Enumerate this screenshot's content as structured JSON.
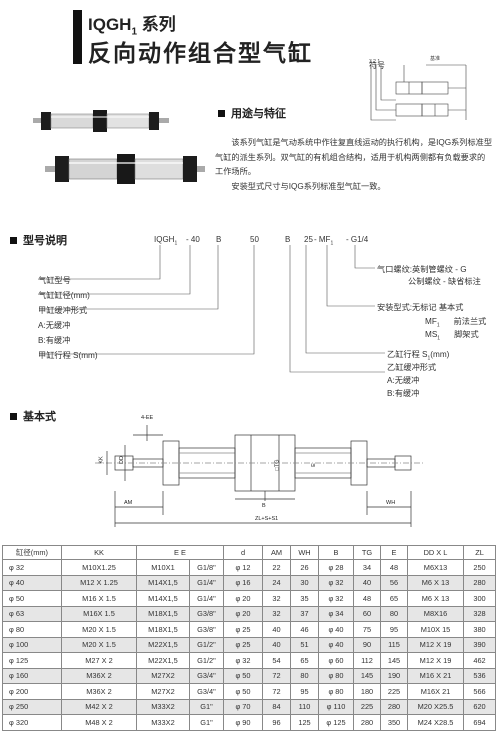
{
  "header": {
    "title_prefix": "IQGH",
    "title_sub": "1",
    "title_suffix": " 系列",
    "title_main": "反向动作组合型气缸"
  },
  "symbol": {
    "label": "符号",
    "numbers": "3  2  1",
    "annotation": "基准"
  },
  "usage": {
    "heading": "用途与特征",
    "para1": "该系列气缸是气动系统中作往复直线运动的执行机构，是IQG系列标准型气缸的派生系列。双气缸的有机组合结构，适用于机构两侧都有负载要求的工作场所。",
    "para2": "安装型式尺寸与IQG系列标准型气缸一致。"
  },
  "model": {
    "heading": "型号说明",
    "code": {
      "series": "IQGH",
      "series_sub": "1",
      "bore": "- 40",
      "cushion1": "B",
      "stroke1": "50",
      "cushion2": "B",
      "stroke2": "25",
      "mount": "- MF",
      "mount_sub": "1",
      "thread": "- G1/4"
    },
    "left_labels": [
      "气缸型号",
      "气缸缸径(mm)",
      "甲缸缓冲形式",
      "A:无缓冲",
      "B:有缓冲",
      "甲缸行程 S(mm)"
    ],
    "right_thread": [
      "气口螺纹:英制管螺纹 - G",
      "公制螺纹 - 缺省标注"
    ],
    "right_mount": {
      "title": "安装型式:无标记  基本式",
      "mf": "MF",
      "mf_sub": "1",
      "mf_label": "前法兰式",
      "ms": "MS",
      "ms_sub": "1",
      "ms_label": "脚架式"
    },
    "right_stroke": [
      "乙缸行程 S",
      "(mm)"
    ],
    "right_stroke_sub": "1",
    "right_cushion": [
      "乙缸缓冲形式",
      "A:无缓冲",
      "B:有缓冲"
    ]
  },
  "basic": {
    "heading": "基本式",
    "dims": {
      "ee": "4-EE",
      "kk": "KK",
      "dd": "DD",
      "tg": "TG",
      "dtg": "□TG",
      "e": "E",
      "am": "AM",
      "wh": "WH",
      "zl": "ZL+S+S1",
      "b": "B",
      "d": "d",
      "dxl": "DD×L"
    }
  },
  "table": {
    "headers": [
      "缸径(mm)",
      "KK",
      "E E",
      "d",
      "AM",
      "WH",
      "B",
      "TG",
      "E",
      "DD X L",
      "ZL"
    ],
    "rows": [
      [
        "φ 32",
        "M10X1.25",
        "M10X1",
        "G1/8\"",
        "φ 12",
        "22",
        "26",
        "φ 28",
        "34",
        "48",
        "M6X13",
        "250"
      ],
      [
        "φ 40",
        "M12 X 1.25",
        "M14X1,5",
        "G1/4\"",
        "φ 16",
        "24",
        "30",
        "φ 32",
        "40",
        "56",
        "M6  X 13",
        "280"
      ],
      [
        "φ 50",
        "M16 X 1.5",
        "M14X1,5",
        "G1/4\"",
        "φ 20",
        "32",
        "35",
        "φ 32",
        "48",
        "65",
        "M6  X 13",
        "300"
      ],
      [
        "φ 63",
        "M16X 1.5",
        "M18X1,5",
        "G3/8\"",
        "φ 20",
        "32",
        "37",
        "φ 34",
        "60",
        "80",
        "M8X16",
        "328"
      ],
      [
        "φ 80",
        "M20 X 1.5",
        "M18X1,5",
        "G3/8\"",
        "φ 25",
        "40",
        "46",
        "φ 40",
        "75",
        "95",
        "M10X 15",
        "380"
      ],
      [
        "φ 100",
        "M20 X 1.5",
        "M22X1,5",
        "G1/2\"",
        "φ 25",
        "40",
        "51",
        "φ 40",
        "90",
        "115",
        "M12 X 19",
        "390"
      ],
      [
        "φ 125",
        "M27 X 2",
        "M22X1,5",
        "G1/2\"",
        "φ 32",
        "54",
        "65",
        "φ 60",
        "112",
        "145",
        "M12 X 19",
        "462"
      ],
      [
        "φ 160",
        "M36X 2",
        "M27X2",
        "G3/4\"",
        "φ 50",
        "72",
        "80",
        "φ 80",
        "145",
        "190",
        "M16 X 21",
        "536"
      ],
      [
        "φ 200",
        "M36X 2",
        "M27X2",
        "G3/4\"",
        "φ 50",
        "72",
        "95",
        "φ 80",
        "180",
        "225",
        "M16X 21",
        "566"
      ],
      [
        "φ 250",
        "M42 X 2",
        "M33X2",
        "G1\"",
        "φ 70",
        "84",
        "110",
        "φ 110",
        "225",
        "280",
        "M20 X25.5",
        "620"
      ],
      [
        "φ 320",
        "M48 X 2",
        "M33X2",
        "G1\"",
        "φ 90",
        "96",
        "125",
        "φ 125",
        "280",
        "350",
        "M24 X28.5",
        "694"
      ]
    ]
  }
}
